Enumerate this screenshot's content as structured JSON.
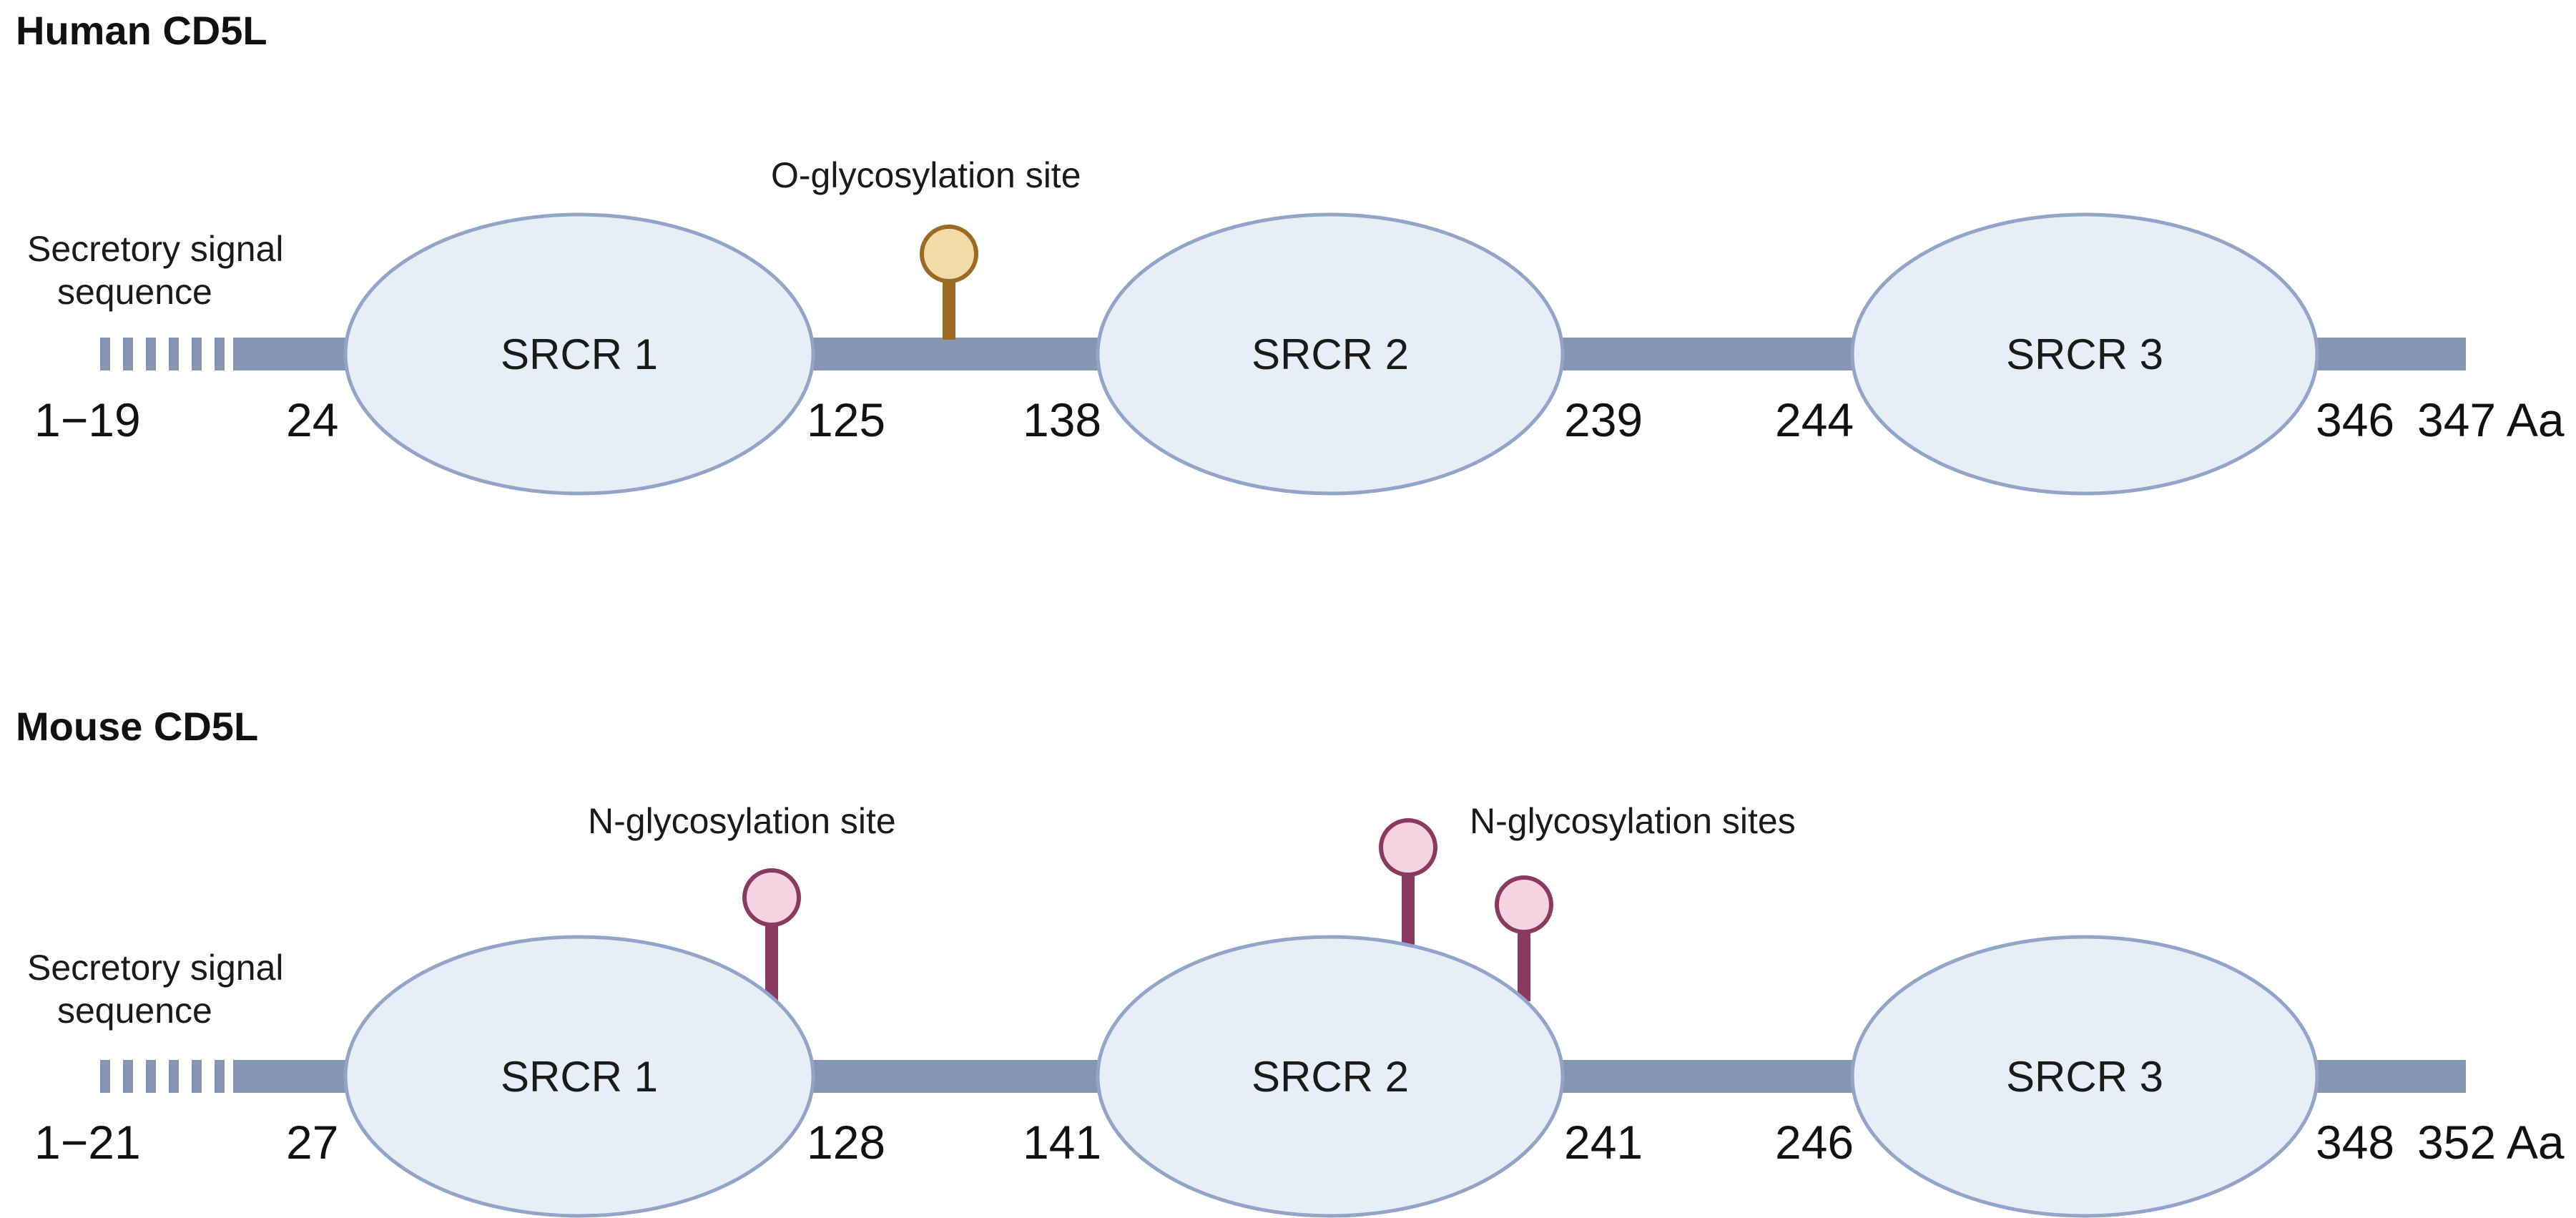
{
  "colors": {
    "backbone": "#8795b5",
    "domain_fill": "#e8eef7",
    "domain_stroke": "#92a5c8",
    "o_glyco_head": "#f1dca8",
    "o_glyco_stroke": "#9c6a22",
    "n_glyco_head": "#f5d3e0",
    "n_glyco_stroke": "#8a3a5c"
  },
  "human": {
    "title": "Human CD5L",
    "signal_label_line1": "Secretory signal",
    "signal_label_line2": "sequence",
    "signal_range": "1−19",
    "domains": [
      "SRCR 1",
      "SRCR 2",
      "SRCR 3"
    ],
    "positions": [
      "24",
      "125",
      "138",
      "239",
      "244",
      "346"
    ],
    "end_position": "347 Aa",
    "glyco_label": "O-glycosylation site"
  },
  "mouse": {
    "title": "Mouse CD5L",
    "signal_label_line1": "Secretory signal",
    "signal_label_line2": "sequence",
    "signal_range": "1−21",
    "domains": [
      "SRCR 1",
      "SRCR 2",
      "SRCR 3"
    ],
    "positions": [
      "27",
      "128",
      "141",
      "241",
      "246",
      "348"
    ],
    "end_position": "352 Aa",
    "glyco_label_single": "N-glycosylation site",
    "glyco_label_multi": "N-glycosylation sites"
  }
}
